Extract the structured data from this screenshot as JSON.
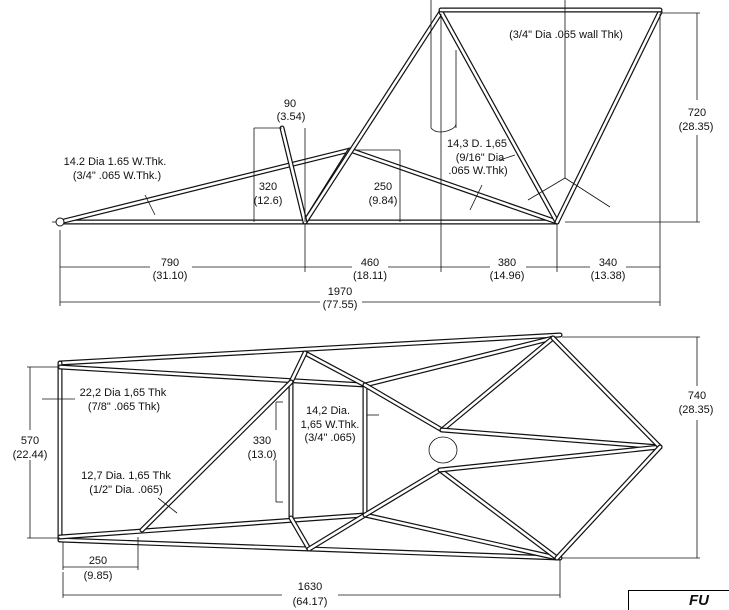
{
  "side_view": {
    "callouts": {
      "front_rail_1": "14.2 Dia 1.65 W.Thk.",
      "front_rail_2": "(3/4\" .065 W.Thk.)",
      "diag_1": "14,3 D. 1,65",
      "diag_2": "(9/16\" Dia",
      "diag_3": ".065 W.Thk)",
      "hoop": "(3/4\" Dia .065 wall Thk)"
    },
    "dims": {
      "d90": "90",
      "d90_in": "(3.54)",
      "d320": "320",
      "d320_in": "(12.6)",
      "d250": "250",
      "d250_in": "(9.84)",
      "d720": "720",
      "d720_in": "(28.35)",
      "d790": "790",
      "d790_in": "(31.10)",
      "d460": "460",
      "d460_in": "(18.11)",
      "d380": "380",
      "d380_in": "(14.96)",
      "d340": "340",
      "d340_in": "(13.38)",
      "d1970": "1970",
      "d1970_in": "(77.55)"
    }
  },
  "plan_view": {
    "callouts": {
      "rail_1": "22,2 Dia 1,65 Thk",
      "rail_2": "(7/8\" .065 Thk)",
      "brace_1": "12,7 Dia. 1,65 Thk",
      "brace_2": "(1/2\" Dia. .065)",
      "center_1": "14,2 Dia.",
      "center_2": "1,65 W.Thk.",
      "center_3": "(3/4\" .065)"
    },
    "dims": {
      "d740": "740",
      "d740_in": "(28.35)",
      "d570": "570",
      "d570_in": "(22.44)",
      "d330": "330",
      "d330_in": "(13.0)",
      "d250": "250",
      "d250_in": "(9.85)",
      "d1630": "1630",
      "d1630_in": "(64.17)"
    }
  },
  "logo_text": "FU"
}
